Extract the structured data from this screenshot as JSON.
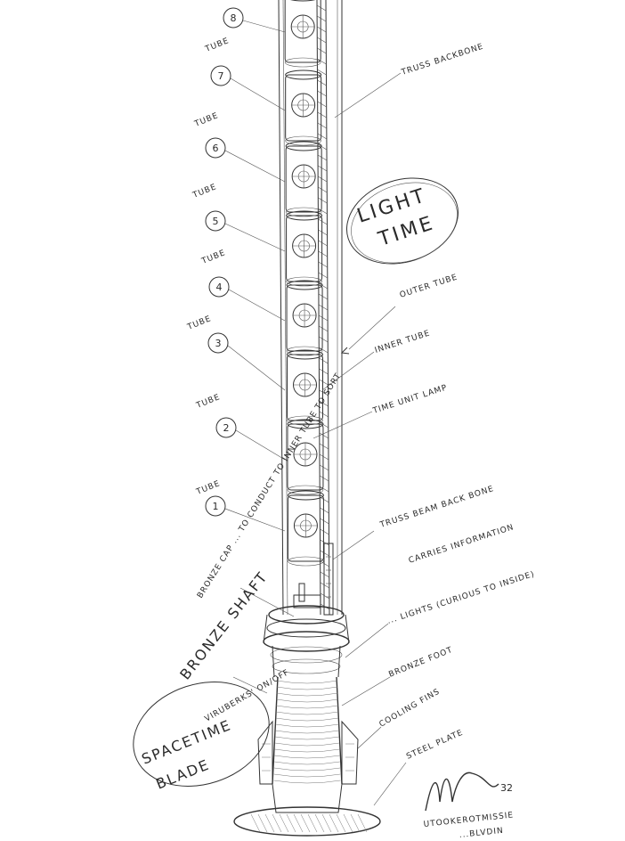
{
  "title_bubble": {
    "line1": "LIGHT",
    "line2": "TIME"
  },
  "tubes": [
    {
      "label": "TUBE",
      "number": "1"
    },
    {
      "label": "TUBE",
      "number": "2"
    },
    {
      "label": "TUBE",
      "number": "3"
    },
    {
      "label": "TUBE",
      "number": "4"
    },
    {
      "label": "TUBE",
      "number": "5"
    },
    {
      "label": "TUBE",
      "number": "6"
    },
    {
      "label": "TUBE",
      "number": "7"
    },
    {
      "label": "",
      "number": "8"
    }
  ],
  "callouts": {
    "truss_backbone_top": "TRUSS BACKBONE",
    "outer_tube": "OUTER TUBE",
    "inner_tube": "INNER TUBE",
    "time_unit_lamp": "TIME UNIT LAMP",
    "truss_beam": "TRUSS BEAM BACK BONE",
    "carries_information": "CARRIES INFORMATION",
    "bronze_cap": "BRONZE CAP ... TO CONDUCT TO INNER TUBE TO SORT",
    "bronze_shaft": "BRONZE SHAFT",
    "lights": "... LIGHTS (CURIOUS TO INSIDE)",
    "bronze_foot": "BRONZE FOOT",
    "cooling_fins": "COOLING FINS",
    "steel_plate": "STEEL PLATE"
  },
  "name_bubble": {
    "line1": "VIRUBERKS' ON/OFF",
    "line2": "SPACETIME",
    "line3": "BLADE"
  },
  "signature": {
    "mark": "Ma...",
    "number": "32",
    "line1": "UTOOKEROTMISSIE",
    "line2": "...BLVDIN"
  }
}
